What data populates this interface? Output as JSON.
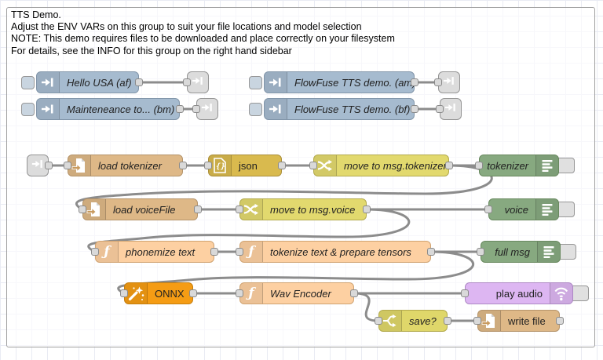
{
  "group": {
    "lines": [
      "TTS Demo.",
      "Adjust the ENV VARs on this group to suit your file locations and model selection",
      "NOTE: This demo requires files to be downloaded and place correctly on your filesystem",
      "For details, see the INFO for this group on the right hand sidebar"
    ]
  },
  "nodes": {
    "inject_hello": "Hello USA (af)",
    "inject_maint": "Mainteneance to... (bm)",
    "inject_am": "FlowFuse TTS demo. (am)",
    "inject_bf": "FlowFuse TTS demo. (bf)",
    "load_tokenizer": "load tokenizer",
    "json": "json",
    "move_tokenizer": "move to msg.tokenizer",
    "debug_tokenizer": "tokenizer",
    "load_voicefile": "load voiceFile",
    "move_voice": "move to msg.voice",
    "debug_voice": "voice",
    "phonemize": "phonemize text",
    "tokenize": "tokenize text & prepare tensors",
    "debug_fullmsg": "full msg",
    "onnx": "ONNX",
    "wav_encoder": "Wav Encoder",
    "play_audio": "play audio",
    "switch_save": "save?",
    "write_file": "write file"
  },
  "colors": {
    "inject": "#a6bbcf",
    "link": "#dcdcdc",
    "file": "#deb887",
    "json": "#d9ba4e",
    "change": "#e2d96e",
    "switch": "#dfd76a",
    "debug": "#87a980",
    "function": "#fdd0a2",
    "onnx": "#f59c14",
    "play_audio": "#ddb6f2",
    "wire": "#8c8c8c"
  }
}
